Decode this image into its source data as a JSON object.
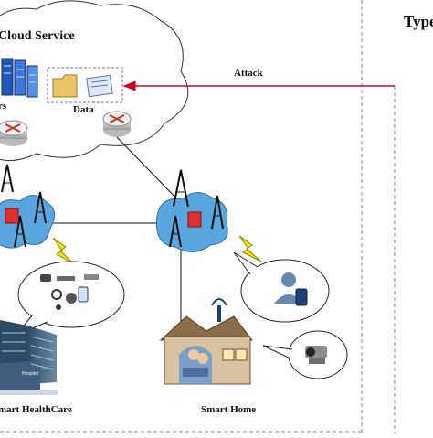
{
  "cloud": {
    "title": "Cloud Service",
    "servers_label": "rs",
    "data_label": "Data"
  },
  "attack": {
    "label": "Attack",
    "color": "#d0021b"
  },
  "right_panel": {
    "title": "Type"
  },
  "labels": {
    "healthcare": "mart HealthCare",
    "home": "Smart Home",
    "hospital_sign": "Hospital"
  },
  "colors": {
    "line": "#111111",
    "dashed": "#888888",
    "bubble": "#ffffff",
    "firewall": "#e03030",
    "lightning": "#f2e600"
  }
}
